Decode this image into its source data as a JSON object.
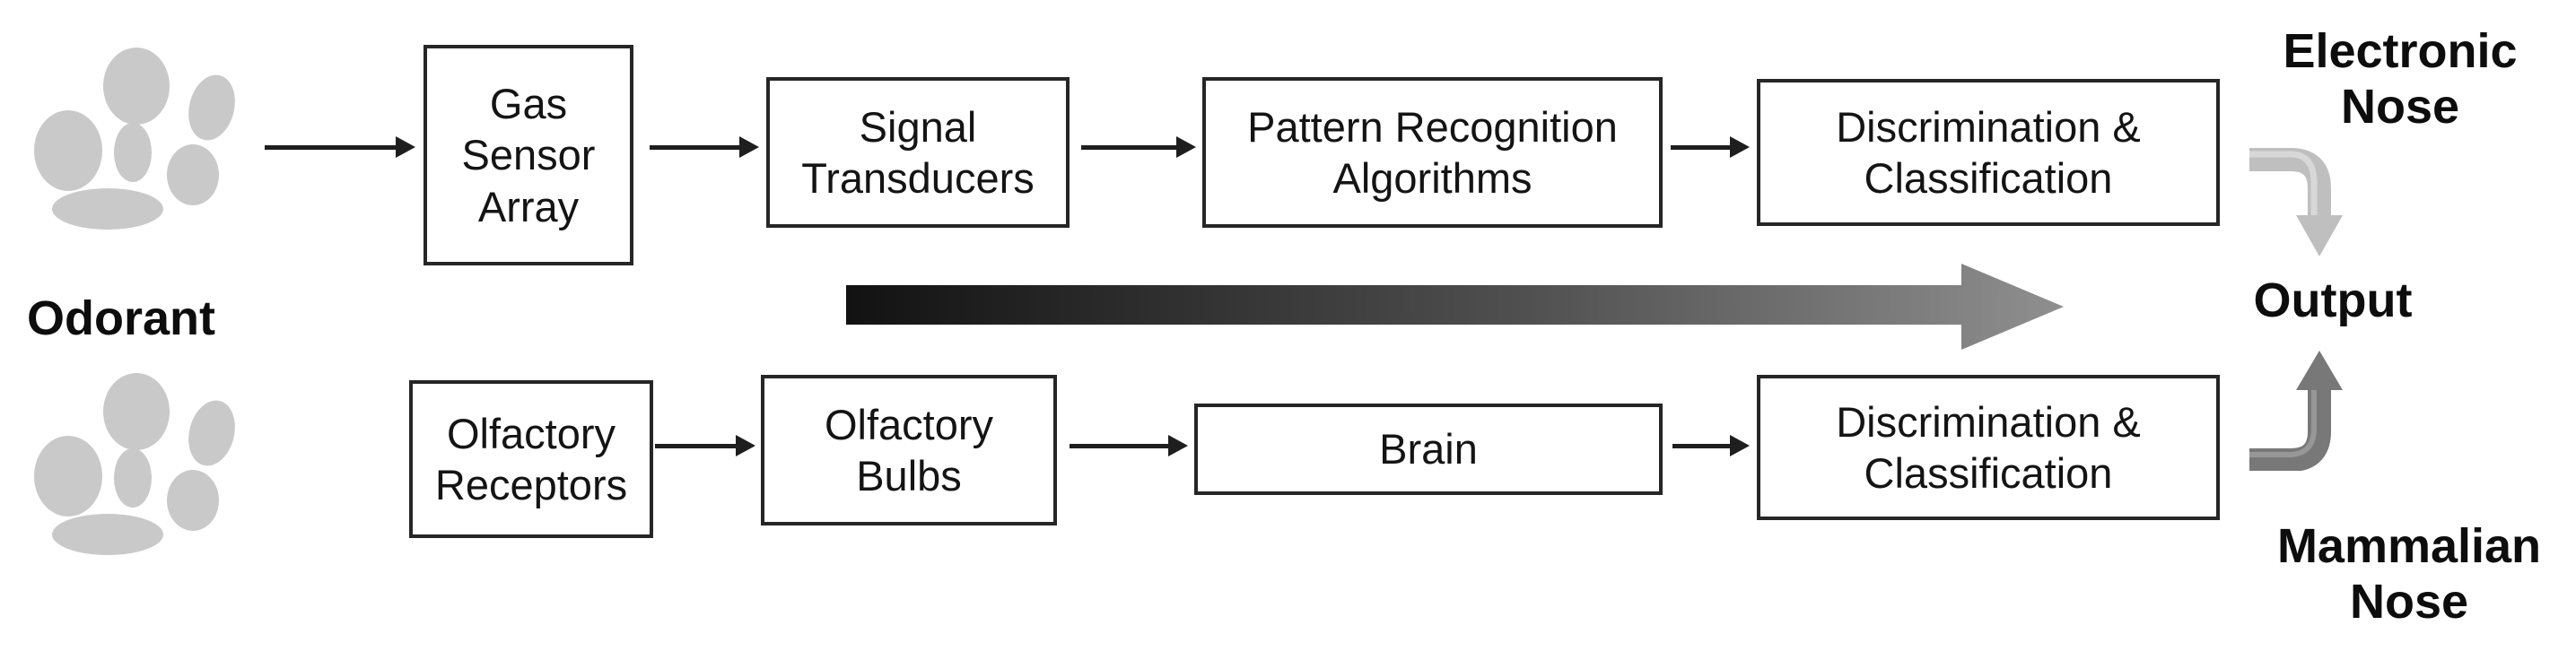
{
  "labels": {
    "odorant": "Odorant",
    "electronic_nose": "Electronic\nNose",
    "output": "Output",
    "mammalian_nose": "Mammalian\nNose"
  },
  "electronic_path": {
    "boxes": [
      {
        "label": "Gas\nSensor\nArray"
      },
      {
        "label": "Signal\nTransducers"
      },
      {
        "label": "Pattern Recognition\nAlgorithms"
      },
      {
        "label": "Discrimination &\nClassification"
      }
    ]
  },
  "mammalian_path": {
    "boxes": [
      {
        "label": "Olfactory\nReceptors"
      },
      {
        "label": "Olfactory\nBulbs"
      },
      {
        "label": "Brain"
      },
      {
        "label": "Discrimination &\nClassification"
      }
    ]
  },
  "colors": {
    "box_border": "#262626",
    "box_text": "#141414",
    "arrow_black": "#1e1e1e",
    "molecule_blob": "#c9c9c9",
    "gradient_arrow_start": "#121212",
    "gradient_arrow_mid": "#4f4f4f",
    "gradient_arrow_end": "#8f8f8f",
    "elbow_arrow_light": "#bfbfbf",
    "elbow_arrow_light_highlight": "#d8d8d8",
    "elbow_arrow_dark": "#787878",
    "elbow_arrow_dark_highlight": "#979797"
  }
}
